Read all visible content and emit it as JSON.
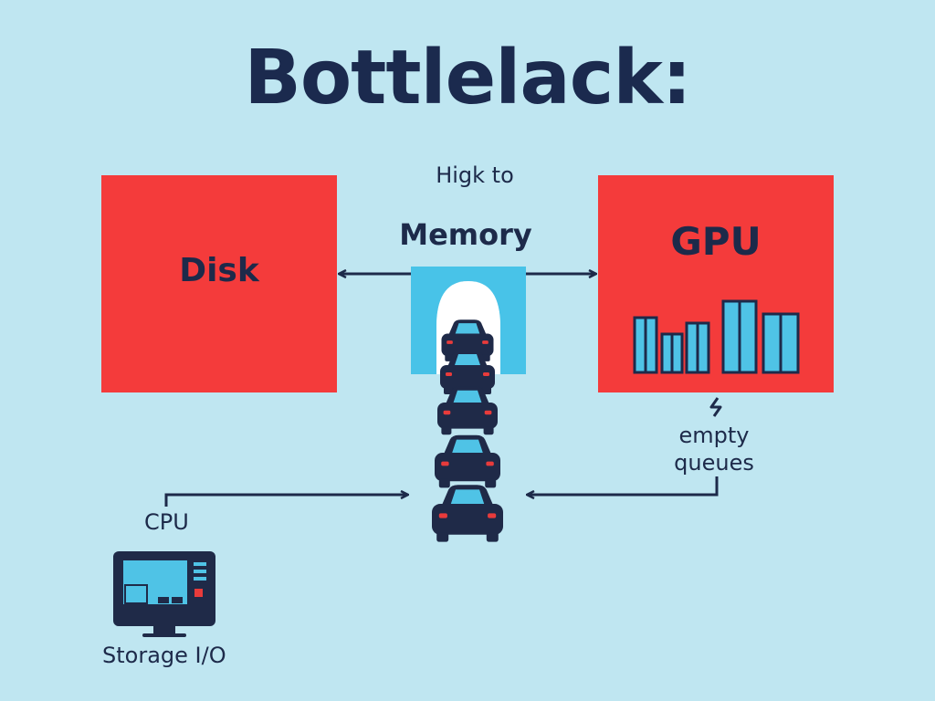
{
  "title": "Bottlelack:",
  "disk": {
    "label": "Disk"
  },
  "gpu": {
    "label": "GPU"
  },
  "memory": {
    "top_label": "Higk to",
    "label": "Memory"
  },
  "queues": {
    "label": "empty queues"
  },
  "cpu": {
    "label": "CPU"
  },
  "storage": {
    "label": "Storage I/O"
  },
  "colors": {
    "background": "#bfe6f1",
    "box_red": "#f43b3b",
    "tunnel_blue": "#48c3e8",
    "dark_navy": "#1d2a4a",
    "bar_blue": "#4fc3e6"
  },
  "icons": [
    "car-icon",
    "bar-chart-icon",
    "monitor-icon",
    "lightning-icon",
    "tunnel-icon"
  ]
}
